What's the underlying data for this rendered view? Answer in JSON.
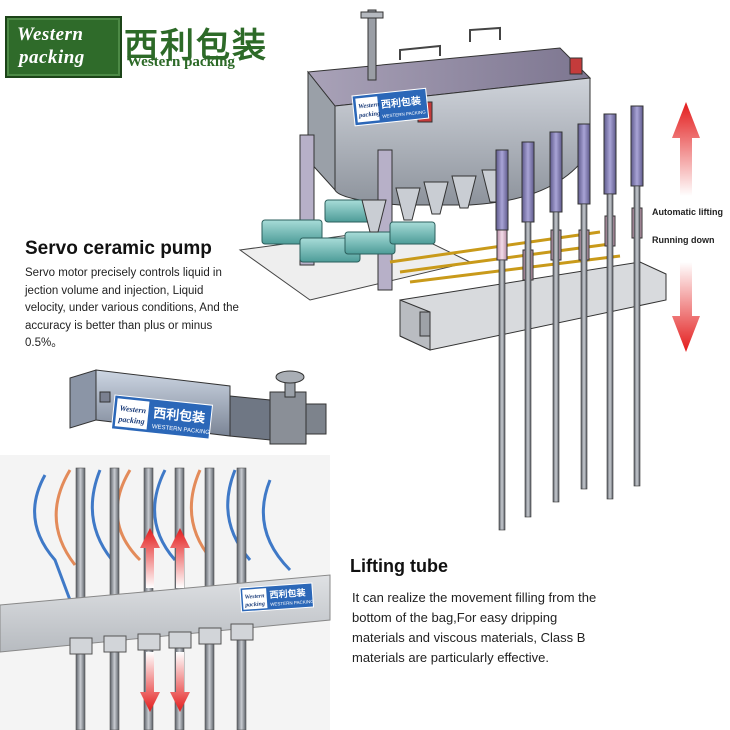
{
  "logo": {
    "line1": "Western",
    "line2": "packing",
    "cn_name": "西利包装",
    "en_name": "Western packing"
  },
  "machine_badge": {
    "line1": "Western",
    "line2": "packing",
    "cn": "西利包装",
    "en": "WESTERN PACKING"
  },
  "pump_badge": {
    "line1": "Western",
    "line2": "packing",
    "cn": "西利包装",
    "en": "WESTERN PACKING"
  },
  "rail_badge": {
    "line1": "Western",
    "line2": "packing",
    "cn": "西利包装",
    "en": "WESTERN PACKING"
  },
  "arrows": {
    "up_label": "Automatic lifting",
    "down_label": "Running down",
    "color": "#e31b1b"
  },
  "servo_pump": {
    "title": "Servo ceramic pump",
    "description": "Servo motor precisely controls liquid in jection volume and injection,  Liquid velocity, under various conditions,  And the accuracy is better than plus or minus 0.5%。"
  },
  "lifting_tube": {
    "title": "Lifting tube",
    "description": "It can realize the movement filling from the bottom of the bag,For easy dripping materials and viscous materials,  Class B materials are particularly effective."
  }
}
